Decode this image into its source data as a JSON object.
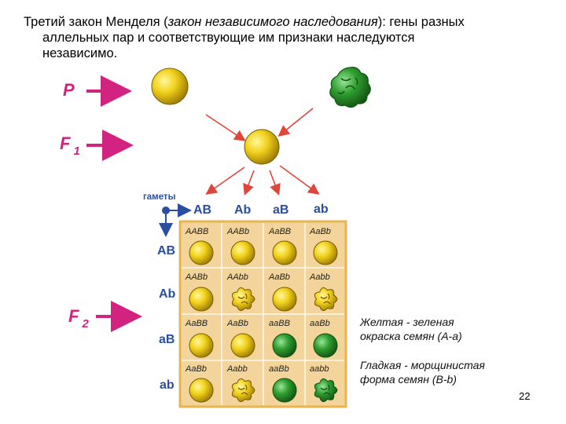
{
  "title": {
    "line1_a": "Третий закон Менделя (",
    "line1_italic": "закон независимого наследования",
    "line1_b": "): гены разных",
    "line2": "аллельных пар и соответствующие им признаки наследуются",
    "line3": "независимо."
  },
  "generations": {
    "p": "P",
    "f1_main": "F",
    "f1_sub": "1",
    "f2_main": "F",
    "f2_sub": "2"
  },
  "gametes_label": "гаметы",
  "gametes": [
    "AB",
    "Ab",
    "aB",
    "ab"
  ],
  "grid": [
    [
      {
        "g": "AABB",
        "seed": "yellow-smooth"
      },
      {
        "g": "AABb",
        "seed": "yellow-smooth"
      },
      {
        "g": "AaBB",
        "seed": "yellow-smooth"
      },
      {
        "g": "AaBb",
        "seed": "yellow-smooth"
      }
    ],
    [
      {
        "g": "AABb",
        "seed": "yellow-smooth"
      },
      {
        "g": "AAbb",
        "seed": "yellow-wrinkled"
      },
      {
        "g": "AaBb",
        "seed": "yellow-smooth"
      },
      {
        "g": "Aabb",
        "seed": "yellow-wrinkled"
      }
    ],
    [
      {
        "g": "AaBB",
        "seed": "yellow-smooth"
      },
      {
        "g": "AaBb",
        "seed": "yellow-smooth"
      },
      {
        "g": "aaBB",
        "seed": "green-smooth"
      },
      {
        "g": "aaBb",
        "seed": "green-smooth"
      }
    ],
    [
      {
        "g": "AaBb",
        "seed": "yellow-smooth"
      },
      {
        "g": "Aabb",
        "seed": "yellow-wrinkled"
      },
      {
        "g": "aaBb",
        "seed": "green-smooth"
      },
      {
        "g": "aabb",
        "seed": "green-wrinkled"
      }
    ]
  ],
  "legend": {
    "color_line1": "Желтая - зеленая",
    "color_line2": "окраска семян (А-а)",
    "shape_line1": "Гладкая - морщинистая",
    "shape_line2": "форма семян (В-b)"
  },
  "page_number": "22",
  "colors": {
    "arrow": "#d1237f",
    "red_arrow": "#e0443a",
    "gamete_text": "#2a4fa0",
    "grid_bg": "#f3d49a",
    "grid_border": "#e7b552",
    "yellow_seed": "#f2d21c",
    "green_seed": "#2e9e2e"
  }
}
